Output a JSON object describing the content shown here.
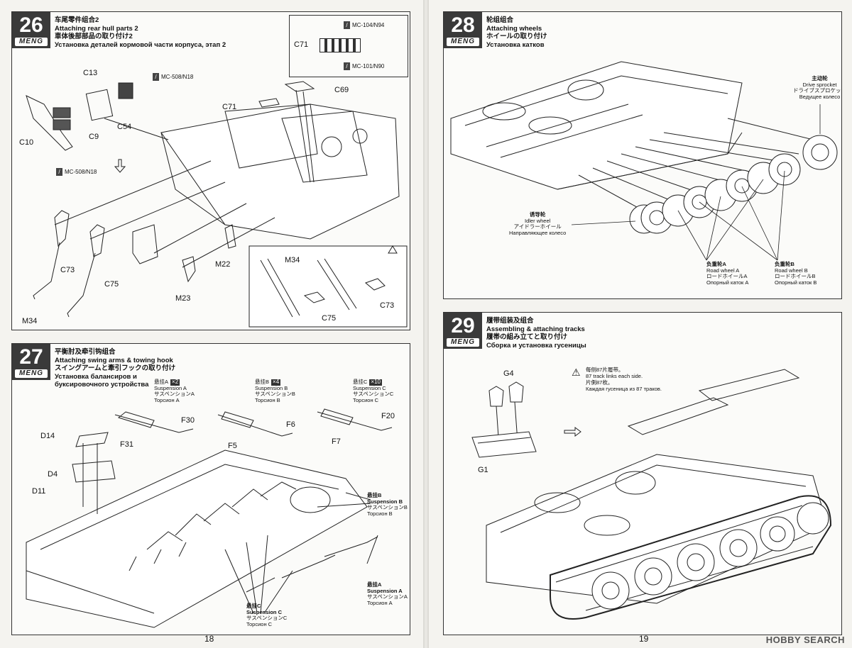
{
  "pages": {
    "left_number": "18",
    "right_number": "19"
  },
  "brand": "MENG",
  "watermark": "HOBBY SEARCH",
  "step26": {
    "number": "26",
    "title_cn": "车尾零件组合2",
    "title_en": "Attaching rear hull parts 2",
    "title_jp": "車体後部部品の取り付け2",
    "title_ru": "Установка деталей кормовой части корпуса, этап 2",
    "inset_part": "C71",
    "inset_mc_top": "MC-104/N94",
    "inset_mc_bottom": "MC-101/N90",
    "mc_upper": "MC-508/N18",
    "mc_lower": "MC-508/N18",
    "parts": {
      "c13": "C13",
      "c54": "C54",
      "c9": "C9",
      "c10": "C10",
      "c71": "C71",
      "c69": "C69",
      "c73": "C73",
      "c75": "C75",
      "m34": "M34",
      "m22": "M22",
      "m23": "M23"
    },
    "detail": {
      "m34": "M34",
      "c75": "C75",
      "c73": "C73"
    }
  },
  "step27": {
    "number": "27",
    "title_cn": "平衡肘及牵引钩组合",
    "title_en": "Attaching swing arms & towing hook",
    "title_jp": "スイングアームと牽引フックの取り付け",
    "title_ru1": "Установка балансиров и",
    "title_ru2": "буксировочного устройства",
    "suspA": {
      "cn": "悬挂A",
      "en": "Suspension A",
      "jp": "サスペンションA",
      "ru": "Торсион A",
      "count": "×2"
    },
    "suspB": {
      "cn": "悬挂B",
      "en": "Suspension B",
      "jp": "サスペンションB",
      "ru": "Торсион B",
      "count": "×4"
    },
    "suspC": {
      "cn": "悬挂C",
      "en": "Suspension C",
      "jp": "サスペンションC",
      "ru": "Торсион C",
      "count": "×10"
    },
    "parts": {
      "f30": "F30",
      "f31": "F31",
      "f6": "F6",
      "f5": "F5",
      "f20": "F20",
      "f7": "F7",
      "d14": "D14",
      "d4": "D4",
      "d11": "D11"
    },
    "callB": {
      "cn": "悬挂B",
      "en": "Suspension B",
      "jp": "サスペンションB",
      "ru": "Торсион B"
    },
    "callA": {
      "cn": "悬挂A",
      "en": "Suspension A",
      "jp": "サスペンションA",
      "ru": "Торсион A"
    },
    "callC": {
      "cn": "悬挂C",
      "en": "Suspension C",
      "jp": "サスペンションC",
      "ru": "Торсион C"
    }
  },
  "step28": {
    "number": "28",
    "title_cn": "轮组组合",
    "title_en": "Attaching wheels",
    "title_jp": "ホイールの取り付け",
    "title_ru": "Установка катков",
    "drive": {
      "cn": "主动轮",
      "en": "Drive sprocket",
      "jp": "ドライブスプロケット",
      "ru": "Ведущее колесо"
    },
    "idler": {
      "cn": "诱导轮",
      "en": "Idler wheel",
      "jp": "アイドラーホイール",
      "ru": "Направляющее колесо"
    },
    "roadA": {
      "cn": "负重轮A",
      "en": "Road wheel A",
      "jp": "ロードホイールA",
      "ru": "Опорный каток A"
    },
    "roadB": {
      "cn": "负重轮B",
      "en": "Road wheel B",
      "jp": "ロードホイールB",
      "ru": "Опорный каток B"
    }
  },
  "step29": {
    "number": "29",
    "title_cn": "履带组装及组合",
    "title_en": "Assembling & attaching tracks",
    "title_jp": "履帯の組み立てと取り付け",
    "title_ru": "Сборка и установка гусеницы",
    "note_cn": "每侧87片履带。",
    "note_en": "87 track links each side.",
    "note_jp": "片側87枚。",
    "note_ru": "Каждая гусеница из 87 траков.",
    "parts": {
      "g4": "G4",
      "g1": "G1"
    }
  },
  "colors": {
    "badge": "#3a3a3a",
    "line": "#222222",
    "paper": "#fbfbf9"
  }
}
